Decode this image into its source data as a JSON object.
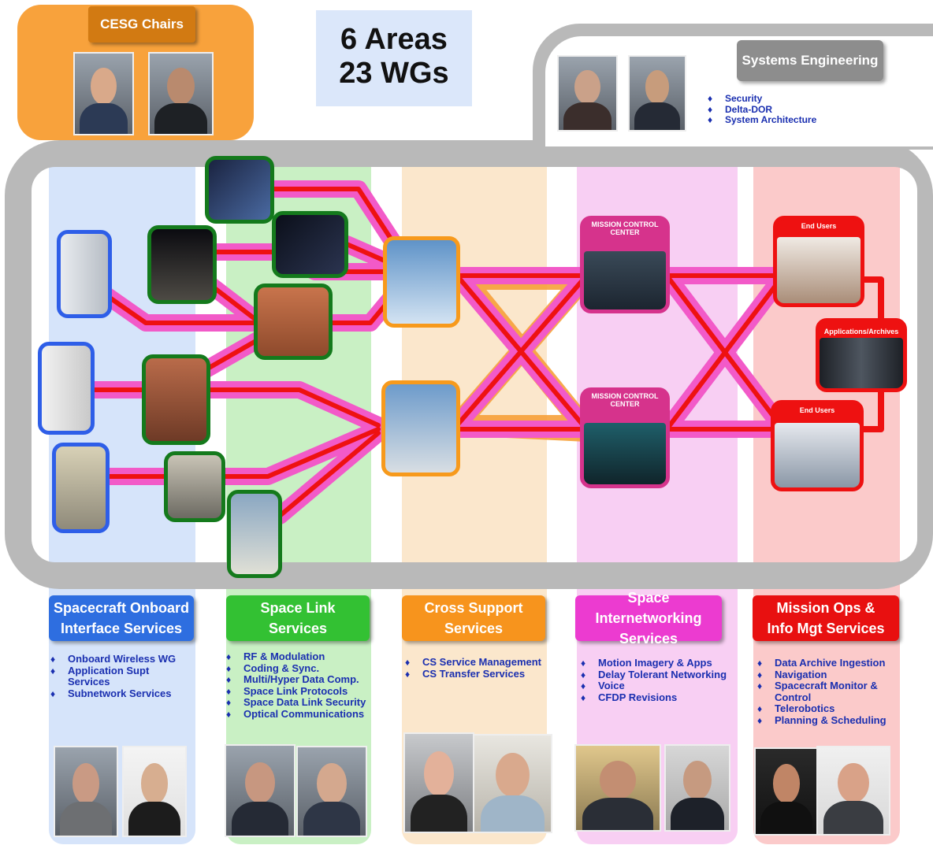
{
  "chairs": {
    "title": "CESG Chairs"
  },
  "summary": {
    "line1": "6 Areas",
    "line2": "23 WGs"
  },
  "systems_engineering": {
    "title": "Systems Engineering",
    "items": [
      "Security",
      "Delta-DOR",
      "System Architecture"
    ]
  },
  "nodes": {
    "mission_control_1": "MISSION CONTROL CENTER",
    "mission_control_2": "MISSION CONTROL CENTER",
    "end_users_1": "End Users",
    "end_users_2": "End Users",
    "applications": "Applications/Archives"
  },
  "areas": [
    {
      "title_line1": "Spacecraft Onboard",
      "title_line2": "Interface Services",
      "color": "#2e6ee0",
      "band": "#d6e4fa",
      "items": [
        "Onboard Wireless WG",
        "Application Supt Services",
        "Subnetwork Services"
      ]
    },
    {
      "title_line1": "Space Link",
      "title_line2": "Services",
      "color": "#33c133",
      "band": "#c9f0c4",
      "items": [
        "RF & Modulation",
        "Coding & Sync.",
        "Multi/Hyper Data Comp.",
        "Space Link Protocols",
        "Space Data Link Security",
        "Optical Communications"
      ]
    },
    {
      "title_line1": "Cross Support",
      "title_line2": "Services",
      "color": "#f7941d",
      "band": "#fbe7cc",
      "items": [
        "CS Service Management",
        "CS Transfer Services"
      ]
    },
    {
      "title_line1": "Space Internetworking",
      "title_line2": "Services",
      "color": "#ec3bd0",
      "band": "#f8cff3",
      "items": [
        "Motion Imagery & Apps",
        "Delay Tolerant Networking",
        "Voice",
        "CFDP Revisions"
      ]
    },
    {
      "title_line1": "Mission Ops &",
      "title_line2": "Info Mgt Services",
      "color": "#e81010",
      "band": "#fbcaca",
      "items": [
        "Data Archive Ingestion",
        "Navigation",
        "Spacecraft Monitor & Control",
        "Telerobotics",
        "Planning & Scheduling"
      ]
    }
  ],
  "colors": {
    "chairs_box": "#f8a23c",
    "chairs_tag": "#d27a12",
    "ring": "#b9b9b9",
    "sys_tag": "#8d8d8d",
    "areas_box": "#dbe7fa",
    "link_red": "#ee1111",
    "link_pink": "#f25ac8"
  }
}
